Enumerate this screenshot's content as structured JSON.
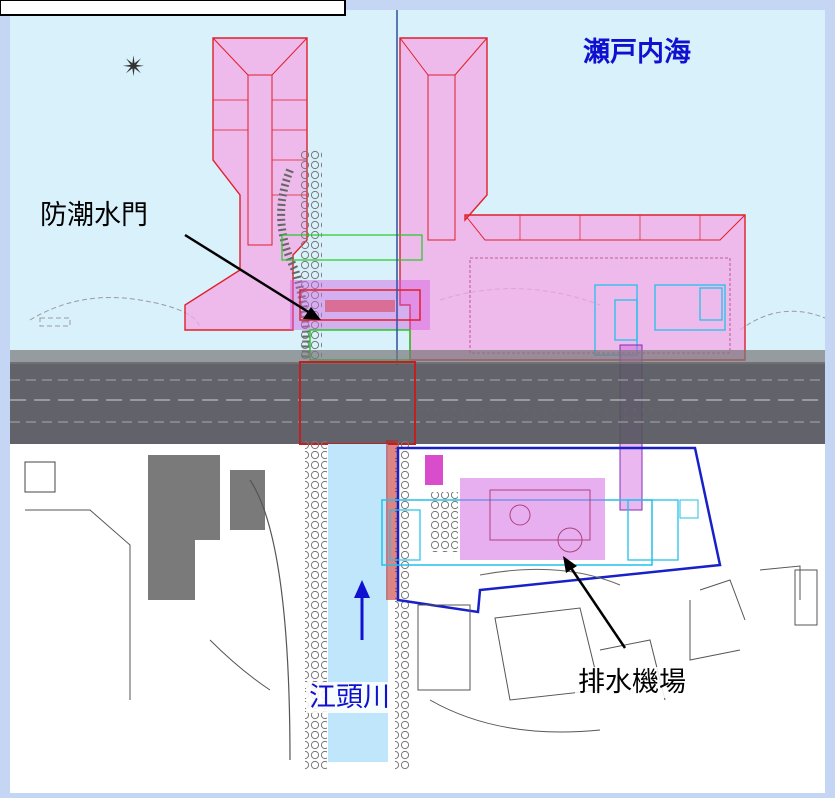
{
  "labels": {
    "sea": "瀬戸内海",
    "floodgate": "防潮水門",
    "pump_station": "排水機場",
    "river": "江頭川"
  },
  "colors": {
    "sea": "#d8f1fb",
    "frame": "#c5d6f5",
    "road_band": "#55555e",
    "facility_fill": "#f6a6e6",
    "facility_outline": "#e0202a",
    "river_blue": "#1010d0",
    "cyan_structure": "#22c0ea",
    "boundary_blue": "#1820c8"
  }
}
